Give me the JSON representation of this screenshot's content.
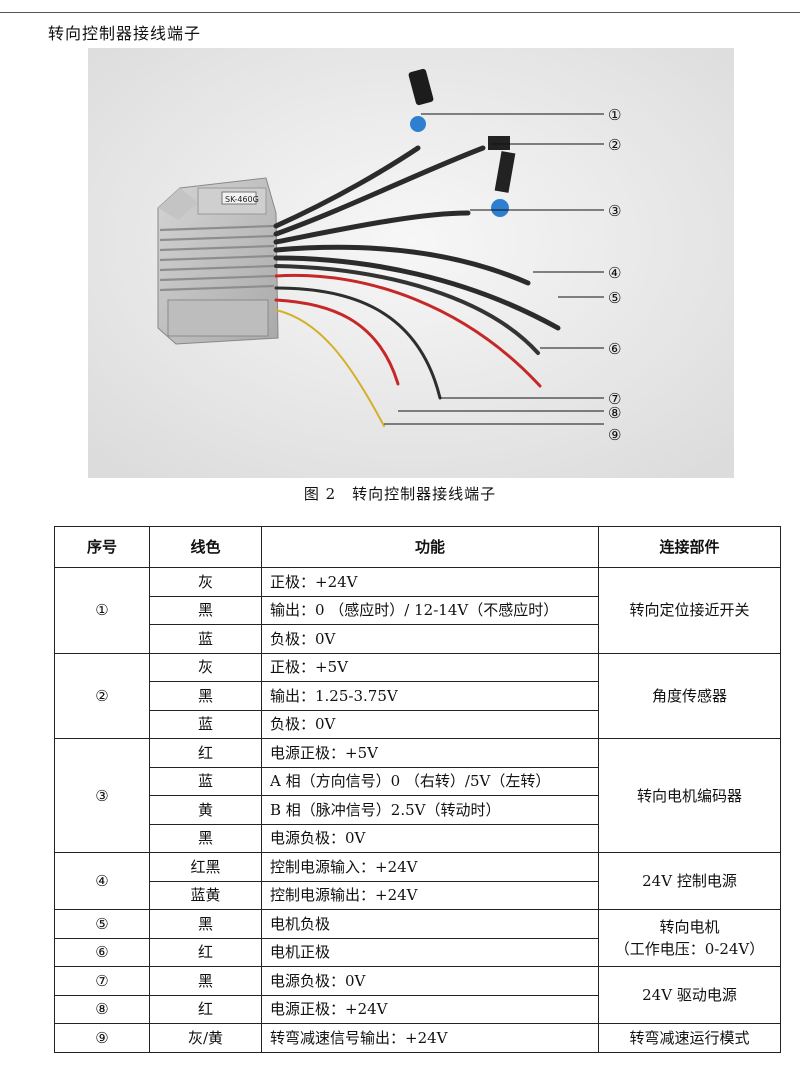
{
  "header": {
    "title": "转向控制器接线端子"
  },
  "figure": {
    "caption": "图 2　转向控制器接线端子",
    "device_label": "SK-460G",
    "callouts": [
      "①",
      "②",
      "③",
      "④",
      "⑤",
      "⑥",
      "⑦",
      "⑧",
      "⑨"
    ]
  },
  "table": {
    "headers": [
      "序号",
      "线色",
      "功能",
      "连接部件"
    ],
    "groups": [
      {
        "num": "①",
        "part": "转向定位接近开关",
        "rows": [
          {
            "color": "灰",
            "func": "正极：+24V"
          },
          {
            "color": "黑",
            "func": "输出：0 （感应时）/ 12-14V（不感应时）"
          },
          {
            "color": "蓝",
            "func": "负极：0V"
          }
        ]
      },
      {
        "num": "②",
        "part": "角度传感器",
        "rows": [
          {
            "color": "灰",
            "func": "正极：+5V"
          },
          {
            "color": "黑",
            "func": "输出：1.25-3.75V"
          },
          {
            "color": "蓝",
            "func": "负极：0V"
          }
        ]
      },
      {
        "num": "③",
        "part": "转向电机编码器",
        "rows": [
          {
            "color": "红",
            "func": "电源正极：+5V"
          },
          {
            "color": "蓝",
            "func": "A 相（方向信号）0 （右转）/5V（左转）"
          },
          {
            "color": "黄",
            "func": "B 相（脉冲信号）2.5V（转动时）"
          },
          {
            "color": "黑",
            "func": "电源负极：0V"
          }
        ]
      },
      {
        "num": "④",
        "part": "24V 控制电源",
        "rows": [
          {
            "color": "红黑",
            "func": "控制电源输入：+24V"
          },
          {
            "color": "蓝黄",
            "func": "控制电源输出：+24V"
          }
        ]
      },
      {
        "num": "⑤",
        "color": "黑",
        "func": "电机负极"
      },
      {
        "num": "⑥",
        "color": "红",
        "func": "电机正极"
      },
      {
        "nums": [
          "⑤",
          "⑥"
        ],
        "part_lines": [
          "转向电机",
          "（工作电压：0-24V）"
        ]
      },
      {
        "num": "⑦",
        "color": "黑",
        "func": "电源负极：0V"
      },
      {
        "num": "⑧",
        "color": "红",
        "func": "电源正极：+24V"
      },
      {
        "nums": [
          "⑦",
          "⑧"
        ],
        "part": "24V 驱动电源"
      },
      {
        "num": "⑨",
        "color": "灰/黄",
        "func": "转弯减速信号输出：+24V",
        "part": "转弯减速运行模式"
      }
    ]
  }
}
